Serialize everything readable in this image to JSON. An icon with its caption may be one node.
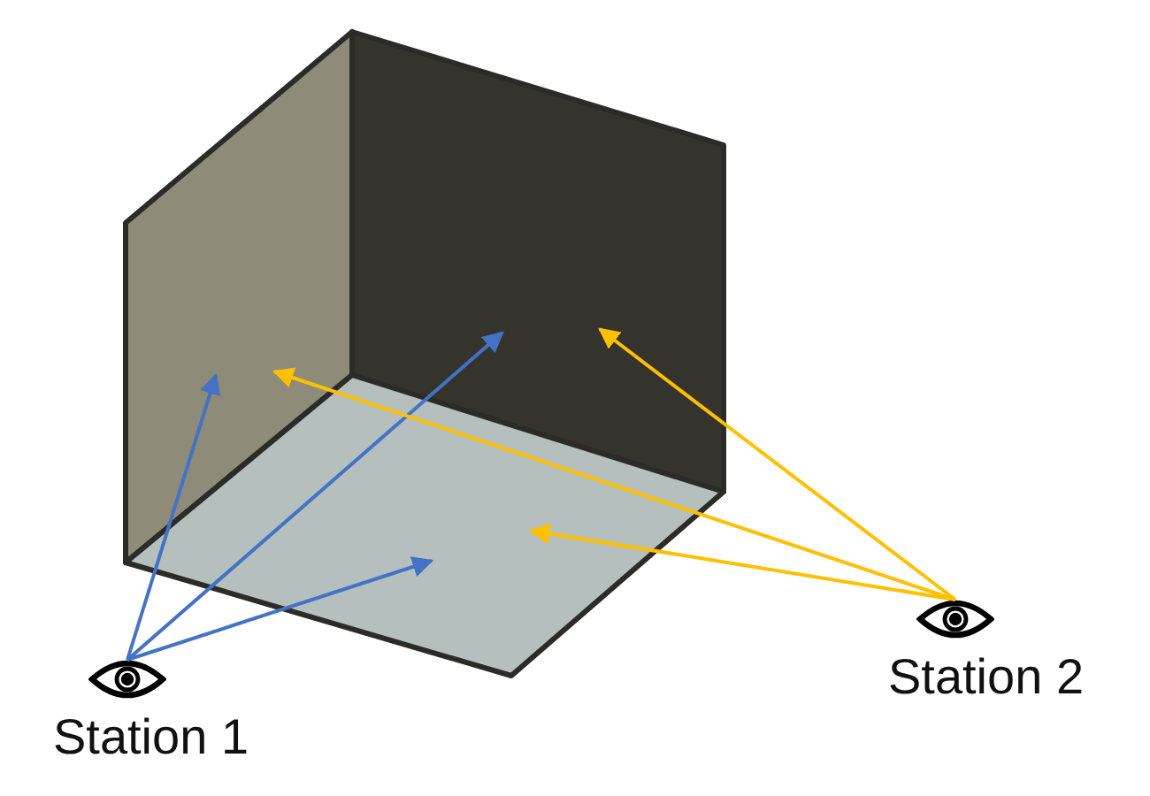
{
  "diagram": {
    "nodes": [
      {
        "text": [
          "Station 1"
        ]
      },
      {
        "text": [
          "Station 2"
        ]
      }
    ],
    "edges": [
      {
        "from": 0,
        "to": null,
        "arrow": "to",
        "color": "#4472c4"
      },
      {
        "from": 0,
        "to": null,
        "arrow": "to",
        "color": "#4472c4"
      },
      {
        "from": 0,
        "to": null,
        "arrow": "to",
        "color": "#4472c4"
      },
      {
        "from": 1,
        "to": null,
        "arrow": "to",
        "color": "#ffc000"
      },
      {
        "from": 1,
        "to": null,
        "arrow": "to",
        "color": "#ffc000"
      },
      {
        "from": 1,
        "to": null,
        "arrow": "to",
        "color": "#ffc000"
      }
    ]
  }
}
